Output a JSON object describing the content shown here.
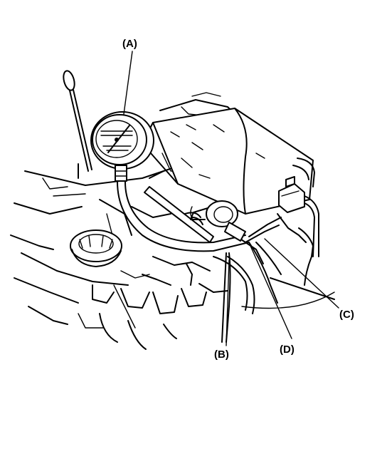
{
  "labels": {
    "a": "(A)",
    "b": "(B)",
    "c": "(C)",
    "d": "(D)"
  },
  "colors": {
    "line": "#000000",
    "background": "#ffffff"
  }
}
